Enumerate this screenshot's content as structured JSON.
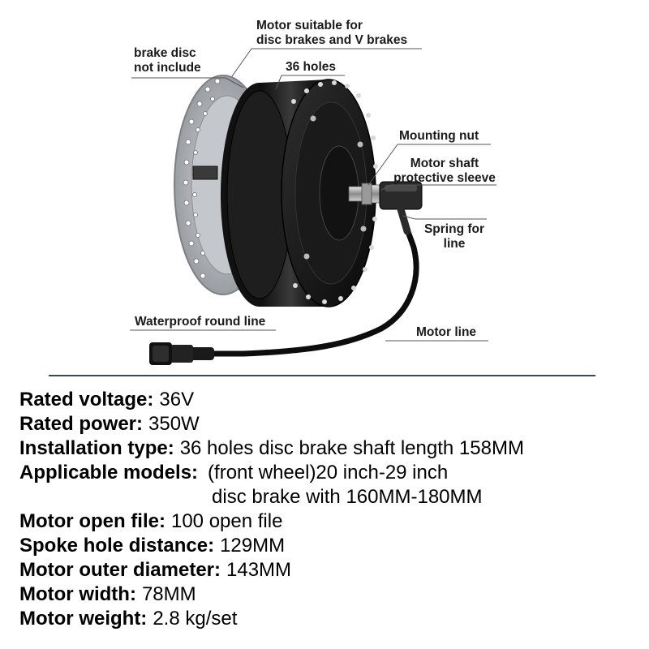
{
  "callouts": {
    "motor_suitable": [
      "Motor suitable for",
      "disc brakes and V brakes"
    ],
    "brake_disc": [
      "brake disc",
      "not include"
    ],
    "holes": "36 holes",
    "mounting_nut": "Mounting nut",
    "shaft_sleeve": [
      "Motor shaft",
      "protective sleeve"
    ],
    "spring": [
      "Spring for",
      "line"
    ],
    "waterproof": "Waterproof round line",
    "motor_line": "Motor line"
  },
  "specs": [
    {
      "label": "Rated voltage:",
      "value": "36V"
    },
    {
      "label": "Rated power:",
      "value": "350W"
    },
    {
      "label": "Installation type:",
      "value": "36 holes disc brake shaft length 158MM"
    },
    {
      "label": "Applicable models:",
      "value": "(front wheel)20 inch-29 inch",
      "value2": "disc brake with 160MM-180MM"
    },
    {
      "label": "Motor open file:",
      "value": "100 open file"
    },
    {
      "label": "Spoke hole distance:",
      "value": "129MM"
    },
    {
      "label": "Motor outer diameter:",
      "value": "143MM"
    },
    {
      "label": "Motor width:",
      "value": "78MM"
    },
    {
      "label": "Motor weight:",
      "value": "2.8 kg/set"
    }
  ],
  "colors": {
    "divider": "#2f4f57",
    "motor": "#1b1b1b",
    "disc": "#b9bcc0"
  }
}
